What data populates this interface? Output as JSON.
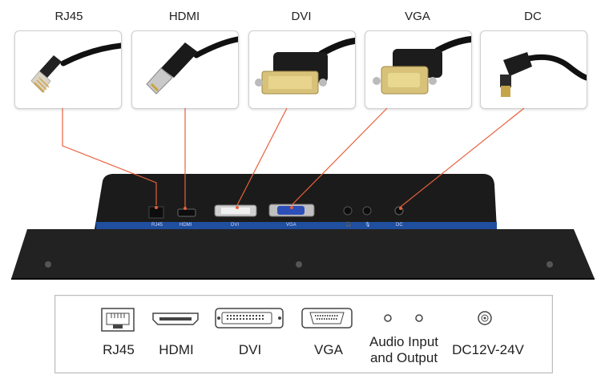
{
  "connectors": [
    {
      "label": "RJ45"
    },
    {
      "label": "HDMI"
    },
    {
      "label": "DVI"
    },
    {
      "label": "VGA"
    },
    {
      "label": "DC"
    }
  ],
  "panel_ports": {
    "rj45": "RJ45",
    "hdmi": "HDMI",
    "dvi": "DVI",
    "vga": "VGA",
    "dc": "DC"
  },
  "legend": {
    "rj45": "RJ45",
    "hdmi": "HDMI",
    "dvi": "DVI",
    "vga": "VGA",
    "audio_line1": "Audio Input",
    "audio_line2": "and Output",
    "dc": "DC12V-24V"
  },
  "colors": {
    "leader_line": "#e8603c",
    "port_strip": "#1f4f9e",
    "monitor_body": "#1b1b1b"
  }
}
